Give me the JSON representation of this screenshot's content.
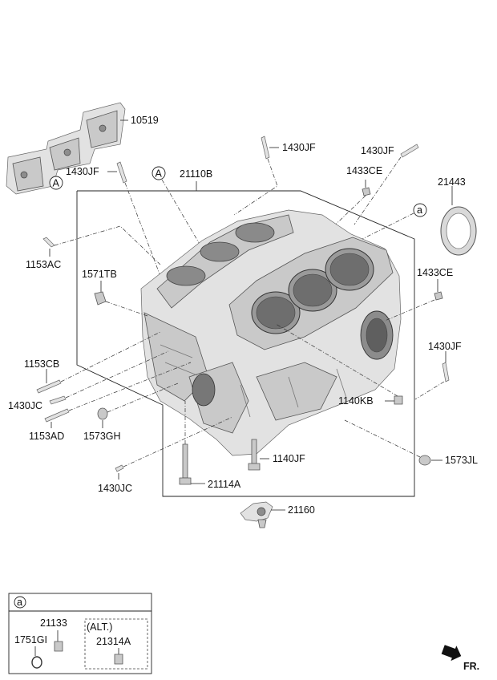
{
  "diagram": {
    "labels": {
      "p10519": "10519",
      "p1430JF_a": "1430JF",
      "p1430JF_b": "1430JF",
      "p1430JF_c": "1430JF",
      "p1430JF_d": "1430JF",
      "p1433CE_a": "1433CE",
      "p1433CE_b": "1433CE",
      "p21443": "21443",
      "p21110B": "21110B",
      "p1153AC": "1153AC",
      "p1571TB": "1571TB",
      "p1153CB": "1153CB",
      "p1430JC_a": "1430JC",
      "p1430JC_b": "1430JC",
      "p1153AD": "1153AD",
      "p1573GH": "1573GH",
      "p1140KB": "1140KB",
      "p1140JF": "1140JF",
      "p1573JL": "1573JL",
      "p21114A": "21114A",
      "p21160": "21160"
    },
    "markers": {
      "A_top": "A",
      "A_mid": "A",
      "a_ref": "a"
    },
    "legend": {
      "header": "a",
      "p21133": "21133",
      "p1751GI": "1751GI",
      "alt": "(ALT.)",
      "p21314A": "21314A"
    },
    "direction": "FR."
  }
}
